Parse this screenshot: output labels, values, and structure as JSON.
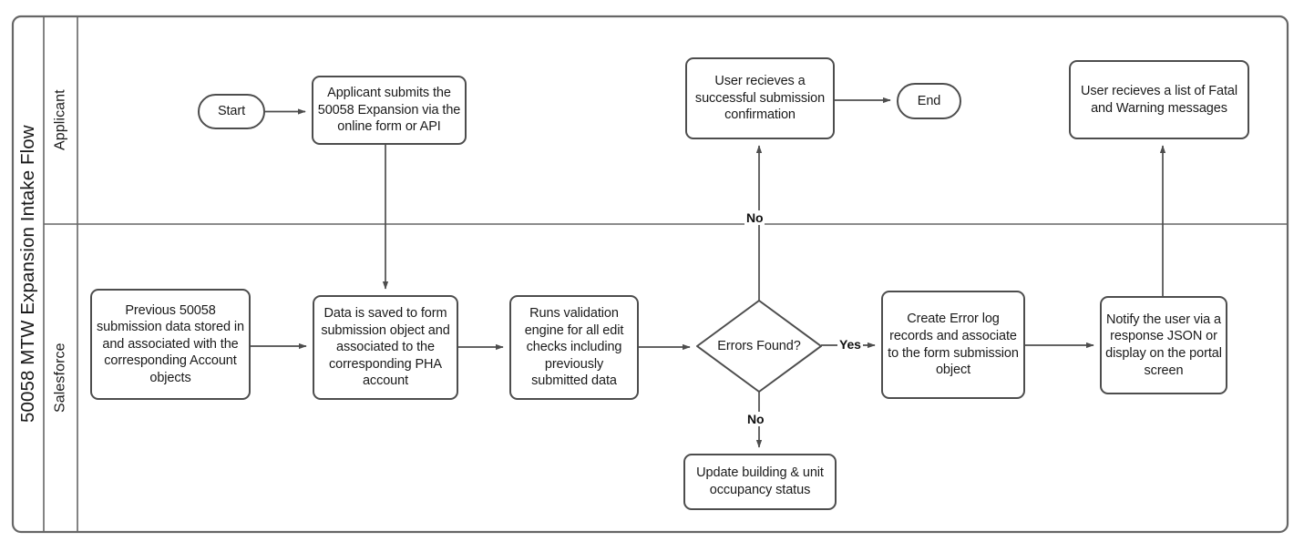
{
  "pool": {
    "title": "50058 MTW Expansion Intake Flow",
    "lanes": [
      {
        "id": "applicant",
        "name": "Applicant"
      },
      {
        "id": "salesforce",
        "name": "Salesforce"
      }
    ]
  },
  "colors": {
    "stroke": "#4d4d4d",
    "node_fill": "#ffffff",
    "text": "#1a1a1a",
    "frame": "#666666",
    "background": "#ffffff"
  },
  "nodes": [
    {
      "id": "start",
      "type": "terminator",
      "lane": "applicant",
      "label": "Start"
    },
    {
      "id": "submit-form",
      "type": "process",
      "lane": "applicant",
      "label": "Applicant submits the 50058 Expansion via the online form or API"
    },
    {
      "id": "success-confirm",
      "type": "process",
      "lane": "applicant",
      "label": "User recieves a successful submission confirmation"
    },
    {
      "id": "end",
      "type": "terminator",
      "lane": "applicant",
      "label": "End"
    },
    {
      "id": "fatal-warning",
      "type": "process",
      "lane": "applicant",
      "label": "User recieves a list of Fatal and Warning messages"
    },
    {
      "id": "previous-data",
      "type": "process",
      "lane": "salesforce",
      "label": "Previous 50058 submission data stored in and associated with the corresponding Account objects"
    },
    {
      "id": "save-data",
      "type": "process",
      "lane": "salesforce",
      "label": "Data is saved to form submission object and associated to the corresponding PHA account"
    },
    {
      "id": "run-validation",
      "type": "process",
      "lane": "salesforce",
      "label": "Runs validation engine for all edit checks including previously submitted data"
    },
    {
      "id": "errors-found",
      "type": "decision",
      "lane": "salesforce",
      "label": "Errors Found?"
    },
    {
      "id": "create-error-log",
      "type": "process",
      "lane": "salesforce",
      "label": "Create Error log records and associate to the form submission object"
    },
    {
      "id": "notify-user",
      "type": "process",
      "lane": "salesforce",
      "label": "Notify the user via a response JSON or display on the portal screen"
    },
    {
      "id": "update-occupancy",
      "type": "process",
      "lane": "salesforce",
      "label": "Update building & unit occupancy status"
    }
  ],
  "edges": [
    {
      "id": "start-to-submit",
      "from": "start",
      "to": "submit-form",
      "label": ""
    },
    {
      "id": "submit-to-save",
      "from": "submit-form",
      "to": "save-data",
      "label": ""
    },
    {
      "id": "previous-to-save",
      "from": "previous-data",
      "to": "save-data",
      "label": ""
    },
    {
      "id": "save-to-validation",
      "from": "save-data",
      "to": "run-validation",
      "label": ""
    },
    {
      "id": "validation-to-errors",
      "from": "run-validation",
      "to": "errors-found",
      "label": ""
    },
    {
      "id": "errors-no-up",
      "from": "errors-found",
      "to": "success-confirm",
      "label": "No"
    },
    {
      "id": "errors-no-down",
      "from": "errors-found",
      "to": "update-occupancy",
      "label": "No"
    },
    {
      "id": "errors-yes",
      "from": "errors-found",
      "to": "create-error-log",
      "label": "Yes"
    },
    {
      "id": "errorlog-to-notify",
      "from": "create-error-log",
      "to": "notify-user",
      "label": ""
    },
    {
      "id": "notify-to-fatalwarning",
      "from": "notify-user",
      "to": "fatal-warning",
      "label": ""
    },
    {
      "id": "confirm-to-end",
      "from": "success-confirm",
      "to": "end",
      "label": ""
    }
  ]
}
